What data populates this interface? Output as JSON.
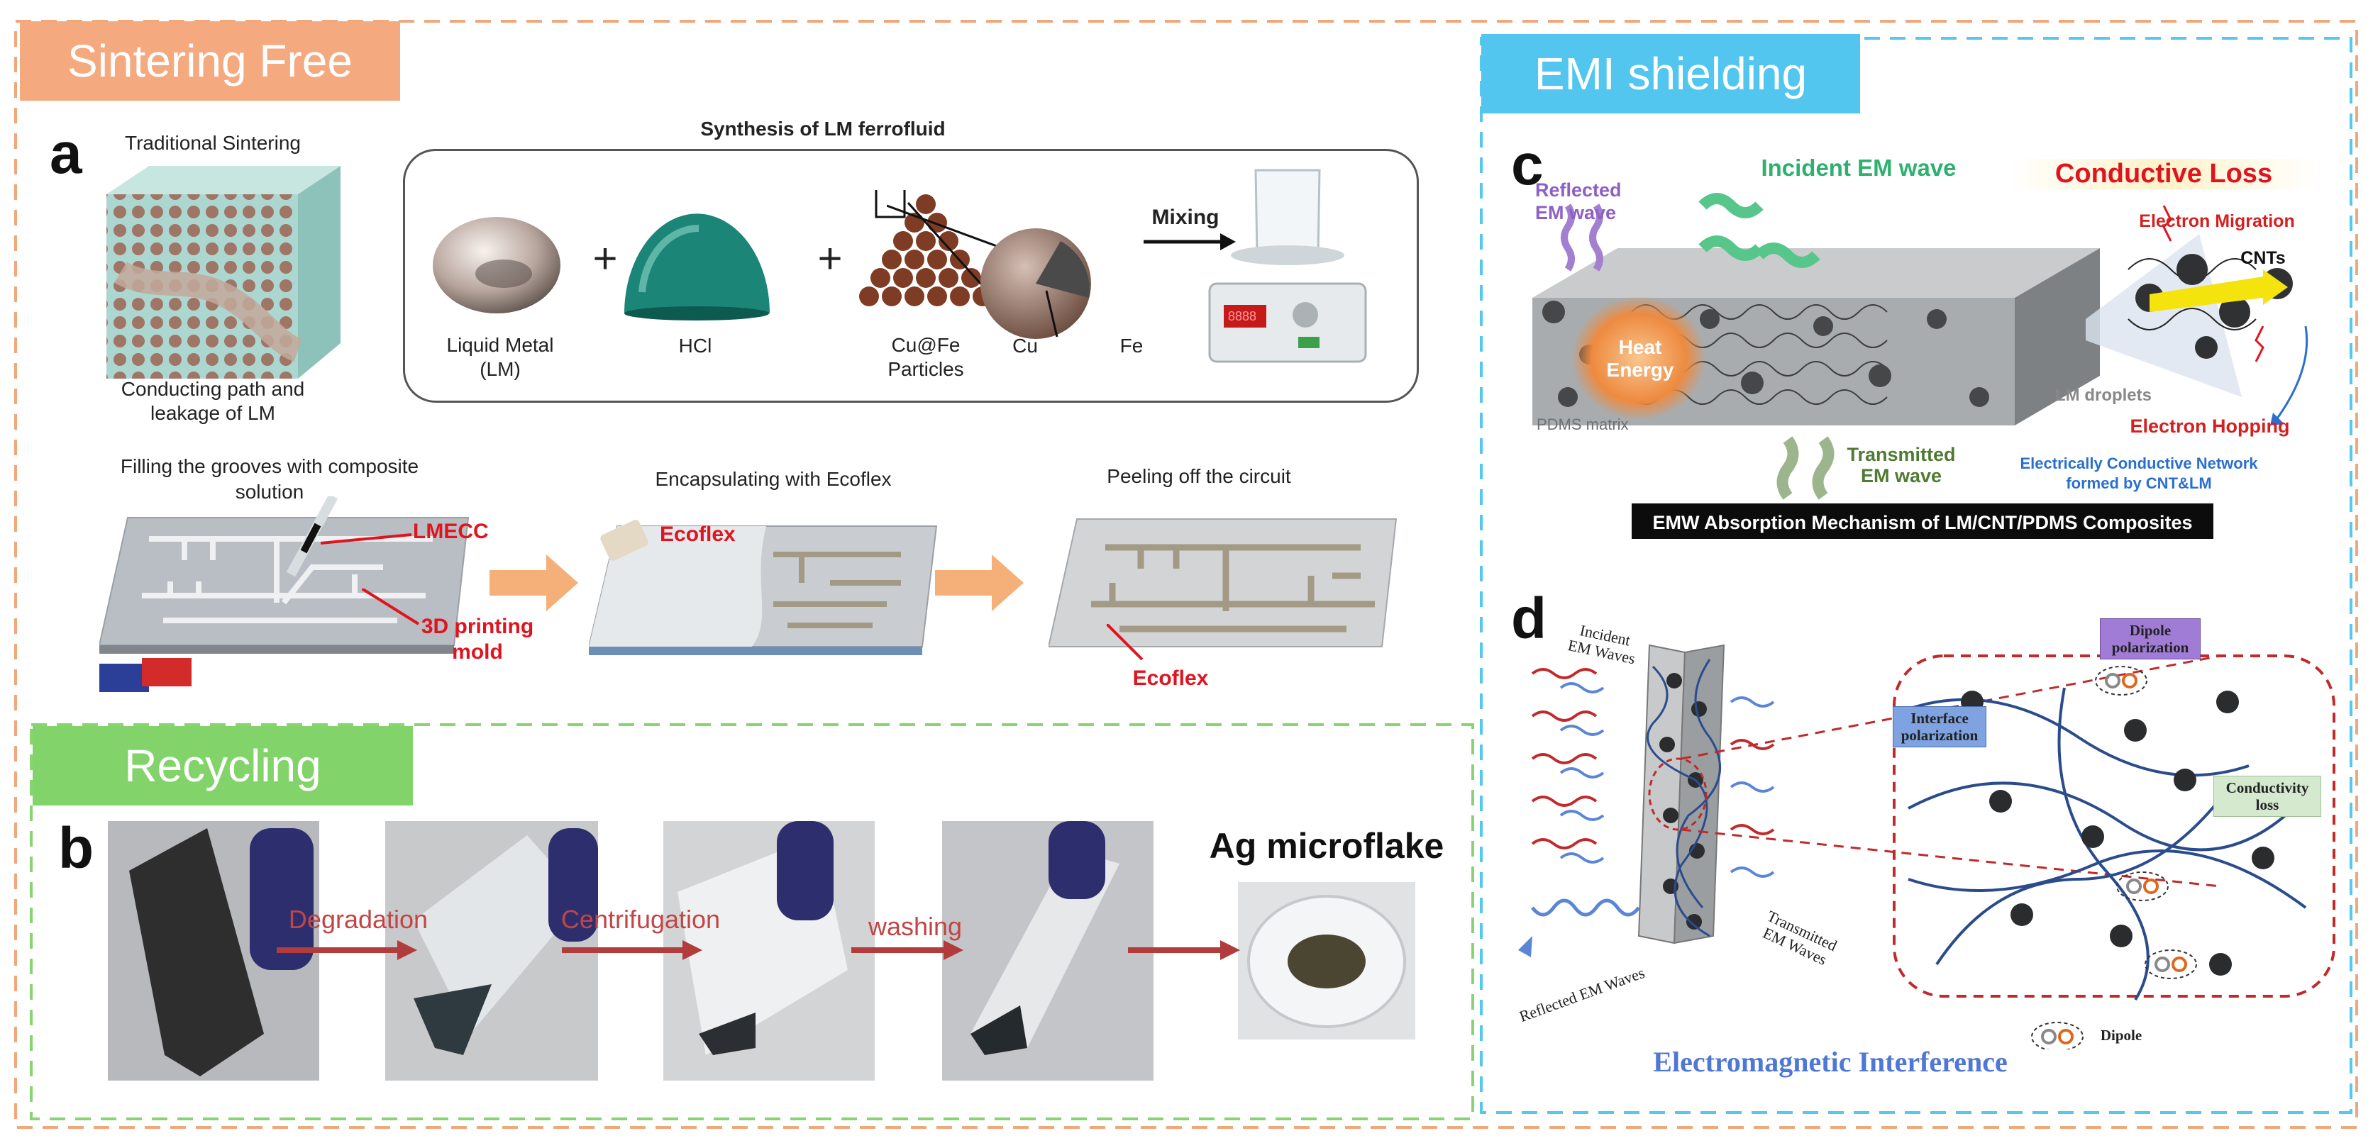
{
  "sections": {
    "sintering": {
      "title": "Sintering Free",
      "color": "#f4a97e",
      "border": "#f0a77a"
    },
    "emi": {
      "title": "EMI shielding",
      "color": "#52c6ef",
      "border": "#55c8ee"
    },
    "recycling": {
      "title": "Recycling",
      "color": "#82d46a",
      "border": "#88d470"
    }
  },
  "panel_a": {
    "letter": "a",
    "traditional_title": "Traditional Sintering",
    "traditional_caption": "Conducting path and leakage of LM",
    "synthesis_title": "Synthesis of LM ferrofluid",
    "lm_label": "Liquid Metal (LM)",
    "hcl_label": "HCl",
    "particles_label": "Cu@Fe Particles",
    "cu_label": "Cu",
    "fe_label": "Fe",
    "mixing_label": "Mixing",
    "plus": "+",
    "step1_title": "Filling the grooves with composite solution",
    "step2_title": "Encapsulating with Ecoflex",
    "step3_title": "Peeling off the circuit",
    "lmecc": "LMECC",
    "mold": "3D printing mold",
    "ecoflex": "Ecoflex"
  },
  "panel_b": {
    "letter": "b",
    "steps": [
      "Degradation",
      "Centrifugation",
      "washing"
    ],
    "product": "Ag microflake"
  },
  "panel_c": {
    "letter": "c",
    "reflected": "Reflected EM wave",
    "incident": "Incident EM wave",
    "transmitted": "Transmitted EM wave",
    "heat": "Heat Energy",
    "matrix": "PDMS matrix",
    "conductive_loss": "Conductive Loss",
    "electron_migration": "Electron Migration",
    "cnts": "CNTs",
    "lm_droplets": "LM droplets",
    "electron_hopping": "Electron Hopping",
    "network": "Electrically Conductive Network formed by CNT&LM",
    "caption": "EMW Absorption Mechanism of LM/CNT/PDMS Composites"
  },
  "panel_d": {
    "letter": "d",
    "incident": "Incident EM Waves",
    "reflected": "Reflected EM Waves",
    "transmitted": "Transmitted EM Waves",
    "dipole_pol": "Dipole polarization",
    "interface_pol": "Interface polarization",
    "conductivity_loss": "Conductivity loss",
    "dipole": "Dipole",
    "caption": "Electromagnetic Interference"
  }
}
